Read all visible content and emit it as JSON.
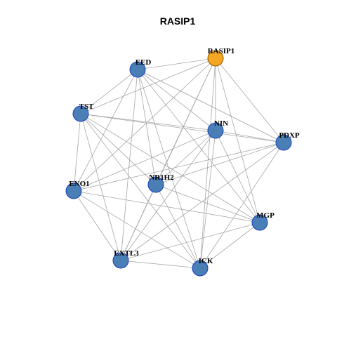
{
  "title": "RASIP1",
  "colors": {
    "node_fill": "#4a7fb5",
    "node_stroke": "#1c3fbf",
    "center_fill": "#f5a623",
    "center_stroke": "#8a5a00",
    "edge": "#a6a6a6"
  },
  "nodes": [
    {
      "id": "RASIP1",
      "label": "RASIP1",
      "center": true
    },
    {
      "id": "EED",
      "label": "EED"
    },
    {
      "id": "TST",
      "label": "TST"
    },
    {
      "id": "NIN",
      "label": "NIN"
    },
    {
      "id": "PDXP",
      "label": "PDXP"
    },
    {
      "id": "ENO1",
      "label": "ENO1"
    },
    {
      "id": "NR1H2",
      "label": "NR1H2"
    },
    {
      "id": "MGP",
      "label": "MGP"
    },
    {
      "id": "EXTL3",
      "label": "EXTL3"
    },
    {
      "id": "ICK",
      "label": "ICK"
    }
  ],
  "edges": [
    [
      "RASIP1",
      "EED"
    ],
    [
      "RASIP1",
      "TST"
    ],
    [
      "RASIP1",
      "NIN"
    ],
    [
      "RASIP1",
      "PDXP"
    ],
    [
      "RASIP1",
      "ENO1"
    ],
    [
      "RASIP1",
      "NR1H2"
    ],
    [
      "RASIP1",
      "MGP"
    ],
    [
      "RASIP1",
      "EXTL3"
    ],
    [
      "RASIP1",
      "ICK"
    ],
    [
      "EED",
      "TST"
    ],
    [
      "EED",
      "NIN"
    ],
    [
      "EED",
      "PDXP"
    ],
    [
      "EED",
      "ENO1"
    ],
    [
      "EED",
      "NR1H2"
    ],
    [
      "EED",
      "MGP"
    ],
    [
      "EED",
      "EXTL3"
    ],
    [
      "EED",
      "ICK"
    ],
    [
      "TST",
      "NIN"
    ],
    [
      "TST",
      "PDXP"
    ],
    [
      "TST",
      "ENO1"
    ],
    [
      "TST",
      "NR1H2"
    ],
    [
      "TST",
      "MGP"
    ],
    [
      "TST",
      "EXTL3"
    ],
    [
      "TST",
      "ICK"
    ],
    [
      "NIN",
      "PDXP"
    ],
    [
      "NIN",
      "ENO1"
    ],
    [
      "NIN",
      "NR1H2"
    ],
    [
      "NIN",
      "MGP"
    ],
    [
      "NIN",
      "EXTL3"
    ],
    [
      "NIN",
      "ICK"
    ],
    [
      "PDXP",
      "ENO1"
    ],
    [
      "PDXP",
      "NR1H2"
    ],
    [
      "PDXP",
      "EXTL3"
    ],
    [
      "PDXP",
      "ICK"
    ],
    [
      "ENO1",
      "MGP"
    ],
    [
      "ENO1",
      "EXTL3"
    ],
    [
      "ENO1",
      "ICK"
    ],
    [
      "NR1H2",
      "MGP"
    ],
    [
      "NR1H2",
      "EXTL3"
    ],
    [
      "NR1H2",
      "ICK"
    ],
    [
      "MGP",
      "EXTL3"
    ],
    [
      "MGP",
      "ICK"
    ],
    [
      "EXTL3",
      "ICK"
    ]
  ]
}
